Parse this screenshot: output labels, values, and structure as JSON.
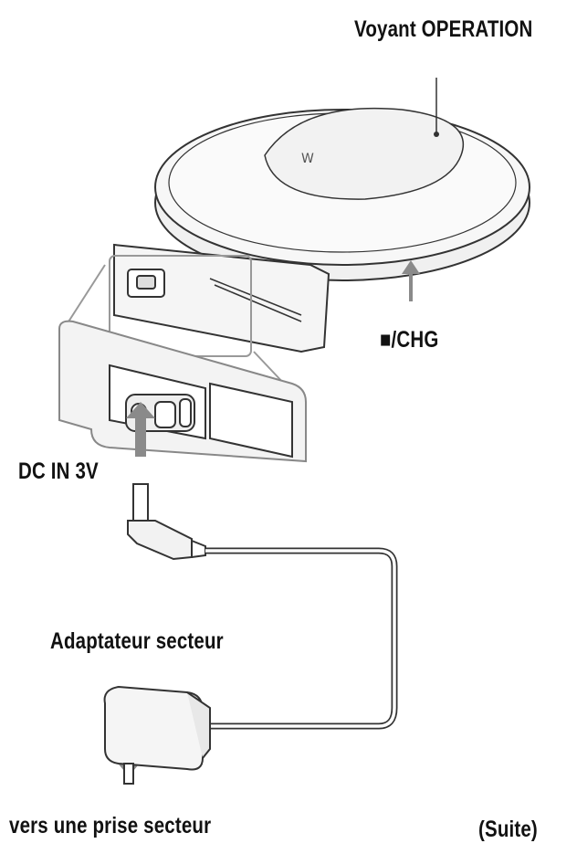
{
  "labels": {
    "operation_indicator": "Voyant OPERATION",
    "stop_charge": "■/CHG",
    "dc_in": "DC IN 3V",
    "ac_adaptor": "Adaptateur secteur",
    "to_outlet": "vers une prise secteur",
    "continued": "(Suite)"
  },
  "colors": {
    "line": "#333333",
    "fill": "#f4f4f4",
    "arrow": "#8a8a8a"
  }
}
